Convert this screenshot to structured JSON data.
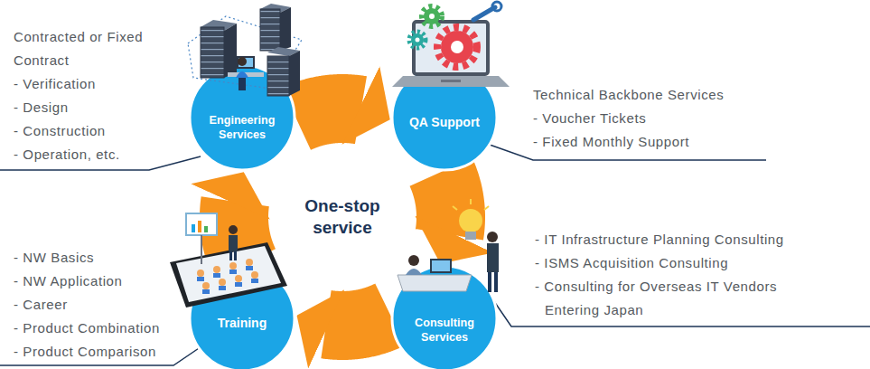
{
  "diagram": {
    "nodes": [
      {
        "text": [
          "Engineering Services"
        ]
      },
      {
        "text": [
          "QA Support"
        ]
      },
      {
        "text": [
          "One-stop service"
        ]
      },
      {
        "text": [
          "Training"
        ]
      },
      {
        "text": [
          "Consulting Services"
        ]
      }
    ],
    "edges": [
      {
        "from": 0,
        "to": 1,
        "arrow": "to"
      },
      {
        "from": 1,
        "to": 4,
        "arrow": "to"
      },
      {
        "from": 4,
        "to": 3,
        "arrow": "to"
      },
      {
        "from": 3,
        "to": 0,
        "arrow": "to"
      }
    ],
    "labels": [
      "Contracted or Fixed Contract",
      "- Verification",
      "- Design",
      "- Construction",
      "- Operation, etc.",
      "Technical Backbone Services",
      "- Voucher Tickets",
      "- Fixed Monthly Support",
      "- NW Basics",
      "- NW Application",
      "- Career",
      "- Product Combination",
      "- Product Comparison",
      "- IT Infrastructure Planning Consulting",
      "- ISMS Acquisition Consulting",
      "- Consulting for Overseas IT Vendors Entering Japan"
    ]
  }
}
